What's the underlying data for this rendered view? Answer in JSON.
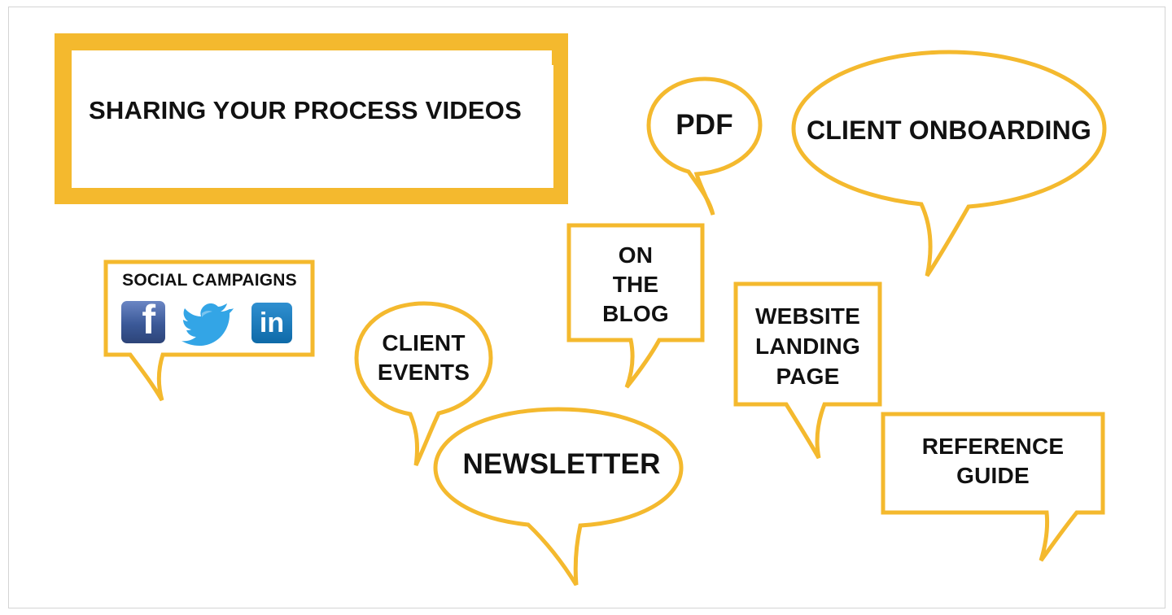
{
  "title": "SHARING YOUR PROCESS VIDEOS",
  "social_campaigns": {
    "label": "SOCIAL CAMPAIGNS",
    "icons": [
      "facebook-icon",
      "twitter-icon",
      "linkedin-icon"
    ],
    "facebook_glyph": "f",
    "linkedin_glyph": "in"
  },
  "bubbles": {
    "pdf": "PDF",
    "client_onboarding": "CLIENT ONBOARDING",
    "on_the_blog": [
      "ON",
      "THE",
      "BLOG"
    ],
    "client_events": [
      "CLIENT",
      "EVENTS"
    ],
    "newsletter": "NEWSLETTER",
    "website_landing_page": [
      "WEBSITE",
      "LANDING",
      "PAGE"
    ],
    "reference_guide": [
      "REFERENCE",
      "GUIDE"
    ]
  },
  "colors": {
    "accent": "#f4b92e",
    "twitter": "#33a5e6",
    "facebook": "#3b5998",
    "linkedin": "#0e76a8",
    "text": "#111111"
  }
}
